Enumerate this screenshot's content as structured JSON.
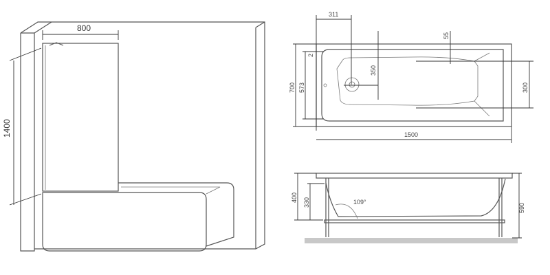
{
  "screen_view": {
    "width_label": "800",
    "height_label": "1400"
  },
  "plan_view": {
    "drain_offset": "311",
    "rim_offset": "55",
    "edge_offset": "2",
    "outer_width": "700",
    "inner_width": "573",
    "drain_center": "350",
    "headrest_width": "300",
    "length": "1500"
  },
  "side_view": {
    "rim_height": "400",
    "inner_depth": "330",
    "back_angle": "109°",
    "total_height": "590"
  },
  "colors": {
    "line": "#555555",
    "floor": "#c8c8c8"
  }
}
